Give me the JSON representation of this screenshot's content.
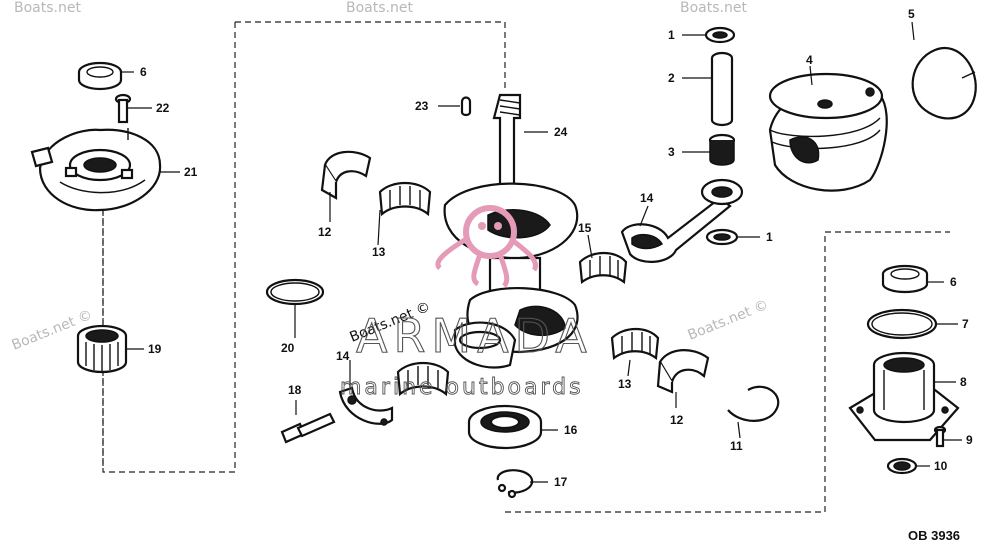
{
  "diagram": {
    "reference_code": "OB 3936",
    "callouts": {
      "c1a": "1",
      "c1b": "1",
      "c2": "2",
      "c3": "3",
      "c4": "4",
      "c5": "5",
      "c6a": "6",
      "c6b": "6",
      "c7": "7",
      "c8": "8",
      "c9": "9",
      "c10": "10",
      "c11": "11",
      "c12a": "12",
      "c12b": "12",
      "c13a": "13",
      "c13b": "13",
      "c14a": "14",
      "c14b": "14",
      "c15": "15",
      "c16": "16",
      "c17": "17",
      "c18": "18",
      "c19": "19",
      "c20": "20",
      "c21": "21",
      "c22": "22",
      "c23": "23",
      "c24": "24"
    }
  },
  "watermark": {
    "brand": "ARMADA",
    "tagline": "marine outboards",
    "site": "Boats.net",
    "site_copyright": "Boats.net ©",
    "logo_color": "#e59ab8"
  }
}
